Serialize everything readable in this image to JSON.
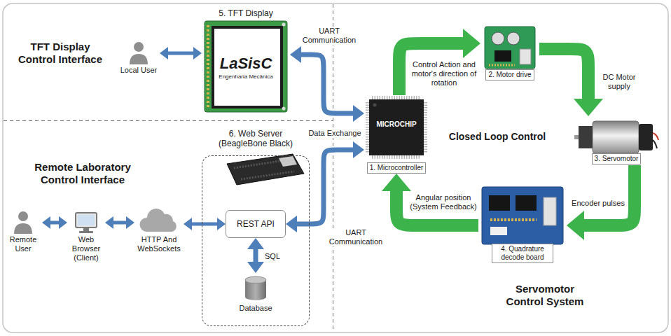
{
  "diagram": {
    "nodes": [
      {
        "text": [
          "Local User"
        ]
      },
      {
        "text": [
          "5. TFT Display",
          "LaSisC",
          "Engenharia Mecânica"
        ]
      },
      {
        "text": [
          "1. Microcontroller",
          "MICROCHIP"
        ]
      },
      {
        "text": [
          "2. Motor drive"
        ]
      },
      {
        "text": [
          "3. Servomotor"
        ]
      },
      {
        "text": [
          "4. Quadrature decode board"
        ]
      },
      {
        "text": [
          "Remote User"
        ]
      },
      {
        "text": [
          "Web Browser (Client)"
        ]
      },
      {
        "text": [
          "HTTP And WebSockets"
        ]
      },
      {
        "text": [
          "6. Web Server (BeagleBone Black)"
        ]
      },
      {
        "text": [
          "REST API"
        ],
        "in": 9
      },
      {
        "text": [
          "Database"
        ],
        "in": 9
      }
    ],
    "edges": [
      {
        "from": 0,
        "to": 1,
        "arrow": "both"
      },
      {
        "from": 1,
        "to": 2,
        "label": "UART Communication",
        "arrow": "both"
      },
      {
        "from": 2,
        "to": 3,
        "label": "Control Action and motor's direction of rotation",
        "arrow": "to"
      },
      {
        "from": 3,
        "to": 4,
        "label": "DC Motor supply",
        "arrow": "to"
      },
      {
        "from": 4,
        "to": 5,
        "label": "Encoder pulses",
        "arrow": "to"
      },
      {
        "from": 5,
        "to": 2,
        "label": "Angular position (System Feedback)",
        "arrow": "to"
      },
      {
        "from": 6,
        "to": 7,
        "arrow": "both"
      },
      {
        "from": 7,
        "to": 8,
        "arrow": "both"
      },
      {
        "from": 8,
        "to": 10,
        "arrow": "both"
      },
      {
        "from": 10,
        "to": 11,
        "label": "SQL",
        "arrow": "both"
      },
      {
        "from": 10,
        "to": 2,
        "label": "UART Communication",
        "arrow": "both"
      }
    ],
    "labels": [
      "TFT Display Control Interface",
      "Data Exchange",
      "Closed Loop Control",
      "Remote Laboratory Control Interface",
      "Servomotor Control System"
    ]
  }
}
